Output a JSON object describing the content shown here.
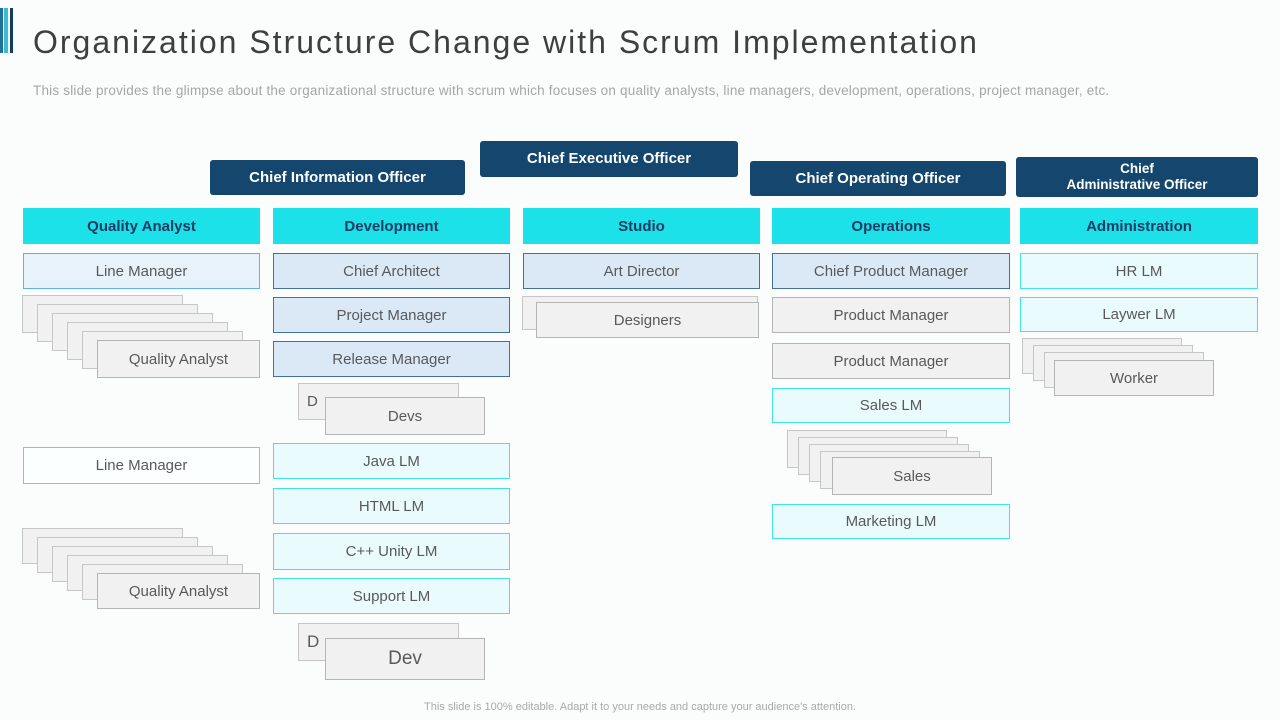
{
  "slide": {
    "title": "Organization Structure Change with Scrum Implementation",
    "subtitle": "This slide provides the glimpse about the organizational structure with scrum which focuses on quality analysts, line managers, development, operations, project manager, etc.",
    "footer": "This slide is 100% editable. Adapt it to your needs and capture your audience's attention."
  },
  "executives": {
    "cio": "Chief Information Officer",
    "ceo": "Chief Executive Officer",
    "coo": "Chief Operating Officer",
    "cao_line1": "Chief",
    "cao_line2": "Administrative Officer"
  },
  "columns": [
    {
      "header": "Quality Analyst",
      "items": {
        "line_manager_1": "Line Manager",
        "quality_analyst_1": "Quality Analyst",
        "line_manager_2": "Line Manager",
        "quality_analyst_2": "Quality Analyst"
      }
    },
    {
      "header": "Development",
      "items": {
        "chief_architect": "Chief Architect",
        "project_manager": "Project Manager",
        "release_manager": "Release Manager",
        "devs_back": "D",
        "devs": "Devs",
        "java_lm": "Java LM",
        "html_lm": "HTML LM",
        "cpp_unity_lm": "C++ Unity LM",
        "support_lm": "Support LM",
        "dev_back": "D",
        "dev": "Dev"
      }
    },
    {
      "header": "Studio",
      "items": {
        "art_director": "Art Director",
        "designers": "Designers"
      }
    },
    {
      "header": "Operations",
      "items": {
        "chief_product_manager": "Chief Product Manager",
        "product_manager_1": "Product Manager",
        "product_manager_2": "Product Manager",
        "sales_lm": "Sales LM",
        "sales": "Sales",
        "marketing_lm": "Marketing LM"
      }
    },
    {
      "header": "Administration",
      "items": {
        "hr_lm": "HR LM",
        "laywer_lm": "Laywer LM",
        "worker": "Worker"
      }
    }
  ],
  "colors": {
    "chief_box_fill": "#15476e",
    "header_fill": "#1ce1e8",
    "header_text": "#1b3c63",
    "light_blue_fill": "#dbe9f7",
    "light_blue_border": "#41719c",
    "light_cyan_fill": "#eafbfd",
    "cyan_border": "#3fe3ea",
    "gray_fill": "#f1f1f1",
    "gray_border": "#b5b5b5",
    "body_text": "#595959",
    "title_text": "#3f3f3f",
    "muted_text": "#a6a6a6"
  }
}
